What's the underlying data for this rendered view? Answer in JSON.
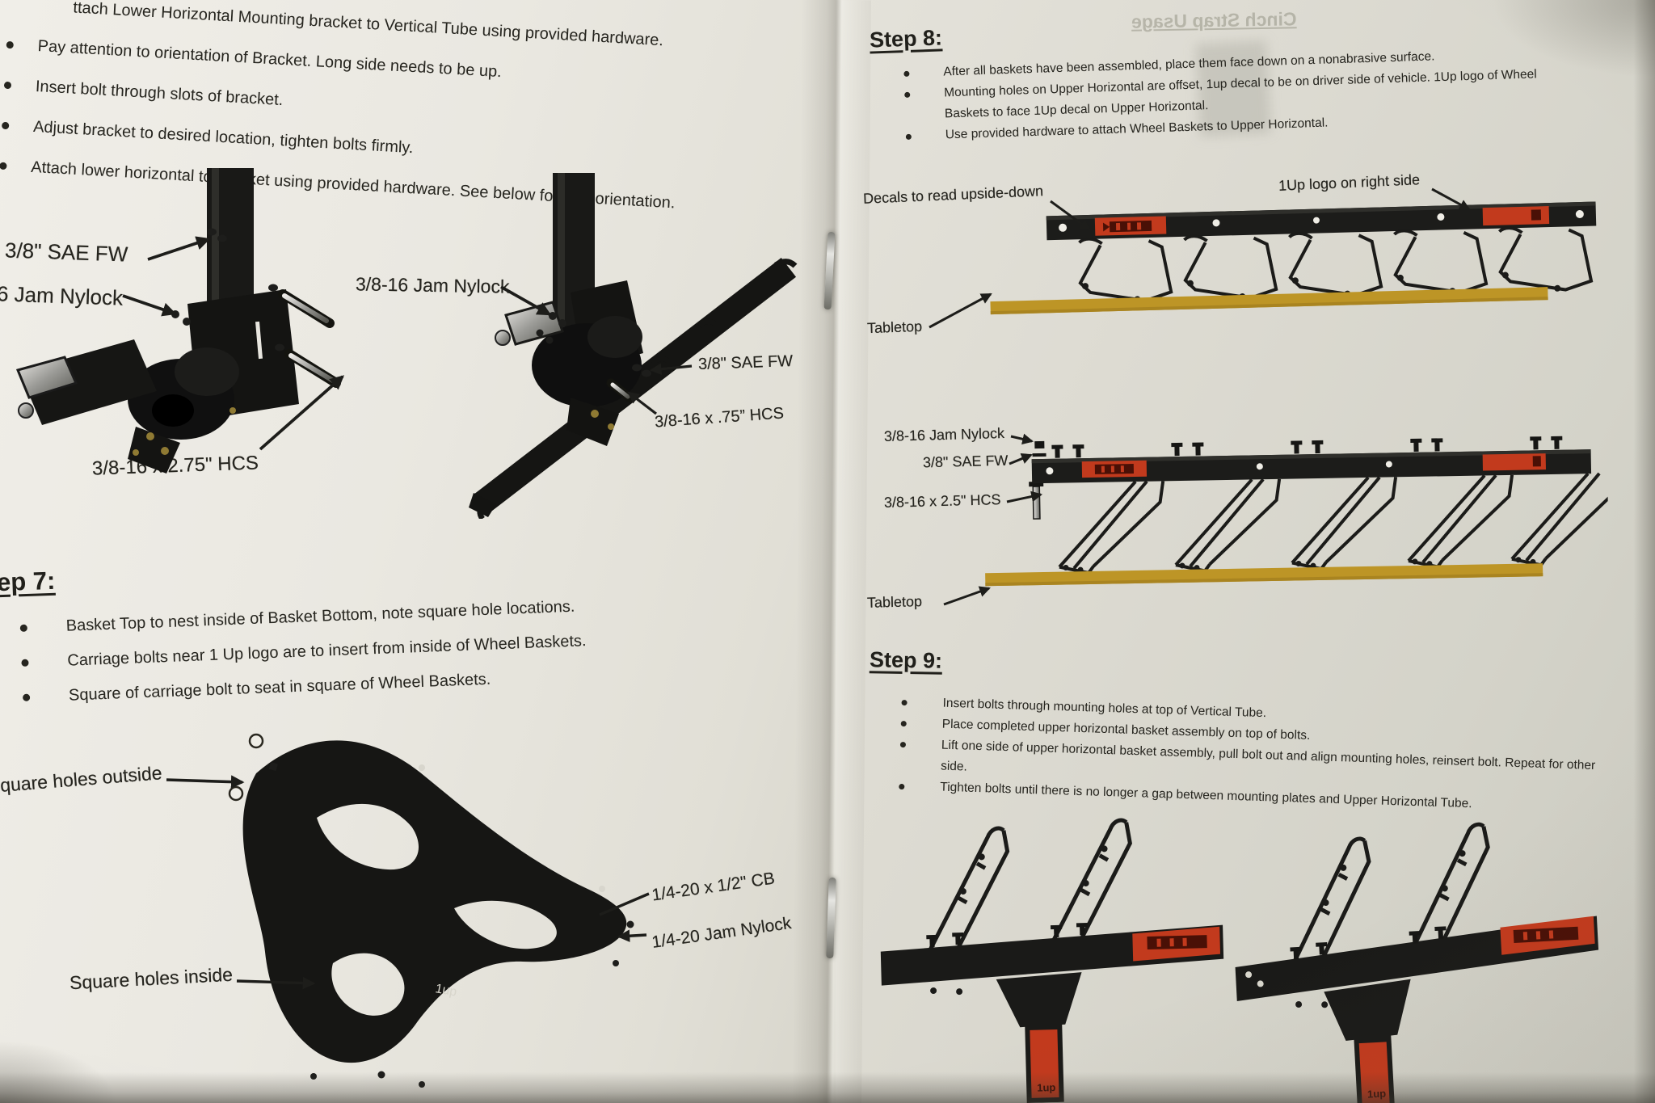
{
  "left_page": {
    "intro": {
      "first_line": "ttach Lower Horizontal Mounting bracket to Vertical Tube using provided hardware.",
      "items": [
        "Pay attention to orientation of Bracket. Long side needs to be up.",
        "Insert bolt through slots of bracket.",
        "Adjust bracket to desired location, tighten bolts firmly.",
        "Attach lower horizontal to bracket using provided hardware. See below for part orientation."
      ]
    },
    "diagram_labels": {
      "sae_fw_left": "3/8\" SAE FW",
      "jam_nylock_clipped": "6 Jam Nylock",
      "jam_nylock": "3/8-16 Jam Nylock",
      "hcs_275": "3/8-16 x 2.75\" HCS",
      "sae_fw_right": "3/8\" SAE FW",
      "hcs_75": "3/8-16 x .75” HCS"
    },
    "step7": {
      "heading": "ep 7:",
      "items": [
        "Basket Top to nest inside of Basket Bottom, note square hole locations.",
        "Carriage bolts near 1 Up logo are to insert from inside of Wheel Baskets.",
        "Square of carriage bolt to seat in square of Wheel Baskets."
      ]
    },
    "basket_labels": {
      "square_outside": "quare holes outside",
      "cb": "1/4-20 x 1/2\" CB",
      "jam_nylock_quarter": "1/4-20 Jam Nylock",
      "square_inside": "Square holes inside",
      "logo": "1up"
    }
  },
  "right_page": {
    "ghost_heading": "Cinch Strap Usage",
    "step8": {
      "heading": "Step 8:",
      "items": [
        "After all baskets have been assembled, place them face down on a nonabrasive surface.",
        "Mounting holes on Upper Horizontal are offset, 1up decal to be on driver side of vehicle. 1Up logo of Wheel Baskets to face 1Up decal on Upper Horizontal.",
        "Use provided hardware to attach Wheel Baskets to Upper Horizontal."
      ]
    },
    "top_diagram_labels": {
      "decals": "Decals to read upside-down",
      "logo_right": "1Up logo on right side",
      "tabletop": "Tabletop"
    },
    "mid_diagram_labels": {
      "jam_nylock": "3/8-16 Jam Nylock",
      "sae_fw": "3/8\" SAE FW",
      "hcs_25": "3/8-16 x 2.5\" HCS",
      "tabletop": "Tabletop"
    },
    "step9": {
      "heading": "Step 9:",
      "items": [
        "Insert bolts through mounting holes at top of Vertical Tube.",
        "Place completed upper horizontal basket assembly on top of bolts.",
        "Lift one side of upper horizontal basket assembly, pull bolt out and align mounting holes, reinsert bolt. Repeat for other side.",
        "Tighten bolts until there is no longer a gap between mounting plates and Upper Horizontal Tube."
      ]
    },
    "tube_logo": "1up"
  },
  "colors": {
    "decal_red": "#c23a1d",
    "decal_mark": "#4a1006",
    "tabletop_gold": "#bd9526",
    "ink": "#26251f",
    "paper_left": "#eae8e1",
    "paper_right": "#d8d6cd"
  }
}
